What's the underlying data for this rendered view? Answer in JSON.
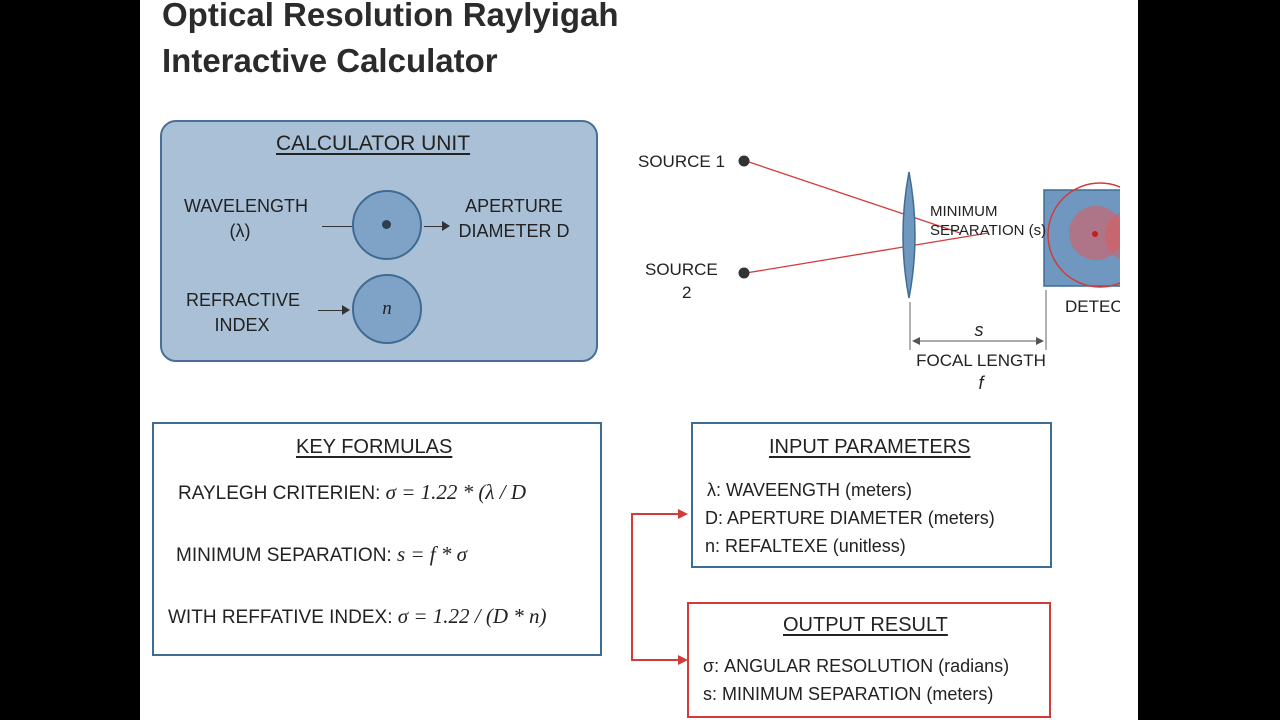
{
  "title": {
    "line1": "Optical Resolution Raylyigah",
    "line2": "Interactive Calculator"
  },
  "calculator_unit": {
    "heading": "CALCULATOR UNIT",
    "wavelength_label": "WAVELENGTH",
    "wavelength_symbol": "(λ)",
    "aperture_label_1": "APERTURE",
    "aperture_label_2": "DIAMETER D",
    "refractive_label_1": "REFRACTIVE",
    "refractive_label_2": "INDEX",
    "n_symbol": "n"
  },
  "optics_diagram": {
    "source1": "SOURCE 1",
    "source2_line1": "SOURCE",
    "source2_line2": "2",
    "min_sep_line1": "MINIMUM",
    "min_sep_line2": "SEPARATION (s)",
    "detector": "DETECTOR PLANE",
    "s_label": "s",
    "focal_line1": "FOCAL LENGTH",
    "focal_symbol": "f"
  },
  "key_formulas": {
    "heading": "KEY FORMULAS",
    "f1_label": "RAYLEGH CRITERIEN: ",
    "f1_expr": "σ = 1.22 * (λ / D",
    "f2_label": "MINIMUM SEPARATION: ",
    "f2_expr": "s = f * σ",
    "f3_label": "WITH REFFATIVE INDEX: ",
    "f3_expr": "σ = 1.22  / (D * n)"
  },
  "input_parameters": {
    "heading": "INPUT PARAMETERS",
    "items": [
      "λ: WAVEENGTH (meters)",
      "D: APERTURE DIAMETER (meters)",
      "n: REFALTEXE (unitless)"
    ]
  },
  "output_result": {
    "heading": "OUTPUT RESULT",
    "items": [
      "σ: ANGULAR RESOLUTION (radians)",
      "s: MINIMUM SEPARATION (meters)"
    ]
  },
  "colors": {
    "panel_fill": "#a9c0d6",
    "panel_border": "#4a6f96",
    "box_border": "#3d6d94",
    "accent_red": "#d23b3b",
    "detector_fill": "#6f97bf"
  }
}
